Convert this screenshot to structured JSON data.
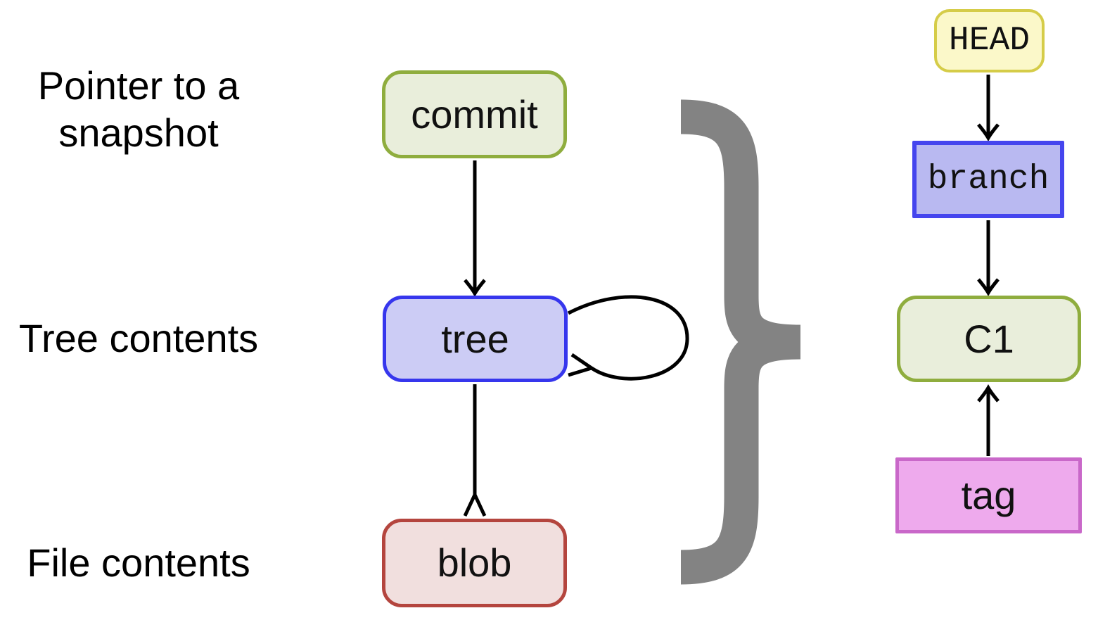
{
  "diagram": {
    "background": "#ffffff",
    "arrow_color": "#000000",
    "brace_color": "#838383",
    "row_labels": [
      {
        "id": "pointer-to-snapshot",
        "text": "Pointer to a snapshot"
      },
      {
        "id": "tree-contents",
        "text": "Tree contents"
      },
      {
        "id": "file-contents",
        "text": "File contents"
      }
    ],
    "object_model": {
      "commit": {
        "label": "commit",
        "fill": "#e9eedb",
        "border": "#8fad3e"
      },
      "tree": {
        "label": "tree",
        "fill": "#ccccf5",
        "border": "#3636ed"
      },
      "blob": {
        "label": "blob",
        "fill": "#f1dfde",
        "border": "#b4453e"
      }
    },
    "refs": {
      "head": {
        "label": "HEAD",
        "fill": "#fbf8c9",
        "border": "#d5cc48"
      },
      "branch": {
        "label": "branch",
        "fill": "#b9b9f1",
        "border": "#4545ee"
      },
      "c1": {
        "label": "C1",
        "fill": "#e9eedb",
        "border": "#8fad3e"
      },
      "tag": {
        "label": "tag",
        "fill": "#eeaaed",
        "border": "#c968c9"
      }
    },
    "edges": [
      {
        "from": "commit",
        "to": "tree",
        "head": "vee"
      },
      {
        "from": "tree",
        "to": "blob",
        "head": "crow"
      },
      {
        "from": "tree",
        "to": "tree",
        "head": "crow",
        "type": "self-loop"
      },
      {
        "from": "HEAD",
        "to": "branch",
        "head": "vee"
      },
      {
        "from": "branch",
        "to": "C1",
        "head": "vee"
      },
      {
        "from": "tag",
        "to": "C1",
        "head": "vee"
      }
    ]
  }
}
